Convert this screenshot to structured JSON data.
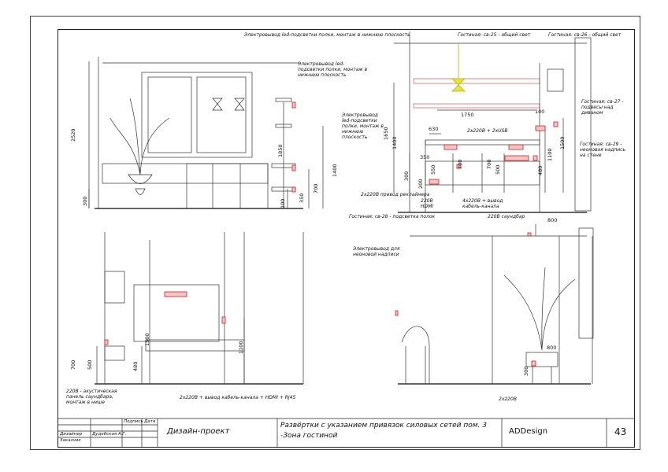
{
  "top_left": {
    "dims": {
      "h2520": "2520",
      "h300": "300",
      "h1850": "1850",
      "h1400": "1400",
      "h700": "700",
      "h100": "100",
      "h350": "350"
    },
    "notes": {
      "led_top": "Электровывод led-подсветки полки, монтаж в нижнюю плоскость",
      "led_mid": "Электровывод led-\nподсветки полки, монтаж в\nнижнюю плоскость",
      "led_low": "Электровывод\nled-подсветки\nполки, монтаж в\nнижнюю\nплоскость"
    }
  },
  "top_right": {
    "dims": {
      "d1750": "1750",
      "d630": "630",
      "d100": "100",
      "h1650": "1650",
      "h1400": "1400",
      "h1500": "1500",
      "h1100": "1100",
      "h700a": "700",
      "h500": "500",
      "h700b": "700",
      "h480": "480",
      "h350": "350",
      "h300": "300",
      "h200": "200",
      "h550": "550"
    },
    "notes": {
      "light25": "Гостиная: св-25 - общий свет",
      "light26": "Гостиная: св-26 - общий свет",
      "light27": "Гостиная: св-27 -\nподвесы над\nдиваном",
      "light29": "Гостиная: св-29 -\nнеоновая надпись\nна стене",
      "usb": "2x220В + 2xUSB",
      "recliner": "2x220В привод реклайнера",
      "hdmi": "220В\nHDMI",
      "channel": "4x220В + вывод\nкабель-канала",
      "light28": "Гостиная: св-28 - подсветка полок",
      "soundbar": "220В саундбар"
    }
  },
  "bottom_left": {
    "dims": {
      "h700": "700",
      "h500": "500",
      "h480": "480",
      "h1500": "1500",
      "h1100": "1100"
    },
    "notes": {
      "panel": "220В - акустическая\nпанель саундбара,\nмонтаж в нише",
      "tv": "2x220В + вывод кабель-канала + HDMI + RJ45"
    }
  },
  "bottom_right": {
    "dims": {
      "d800a": "800",
      "d800b": "800",
      "h300": "300"
    },
    "notes": {
      "neon": "Электровывод для\nнеоновой надписи",
      "socket": "2x220В"
    }
  },
  "title_block": {
    "sign": "Подпись",
    "date": "Дата",
    "designer_role": "Дизайнер",
    "designer_name": "Дудебская А.Г.",
    "customer": "Заказчик",
    "project": "Дизайн-проект",
    "sheet_title": "Развёртки с указанием привязок силовых сетей пом. 3\n-Зона гостиной",
    "company": "ADDesign",
    "page": "43"
  }
}
